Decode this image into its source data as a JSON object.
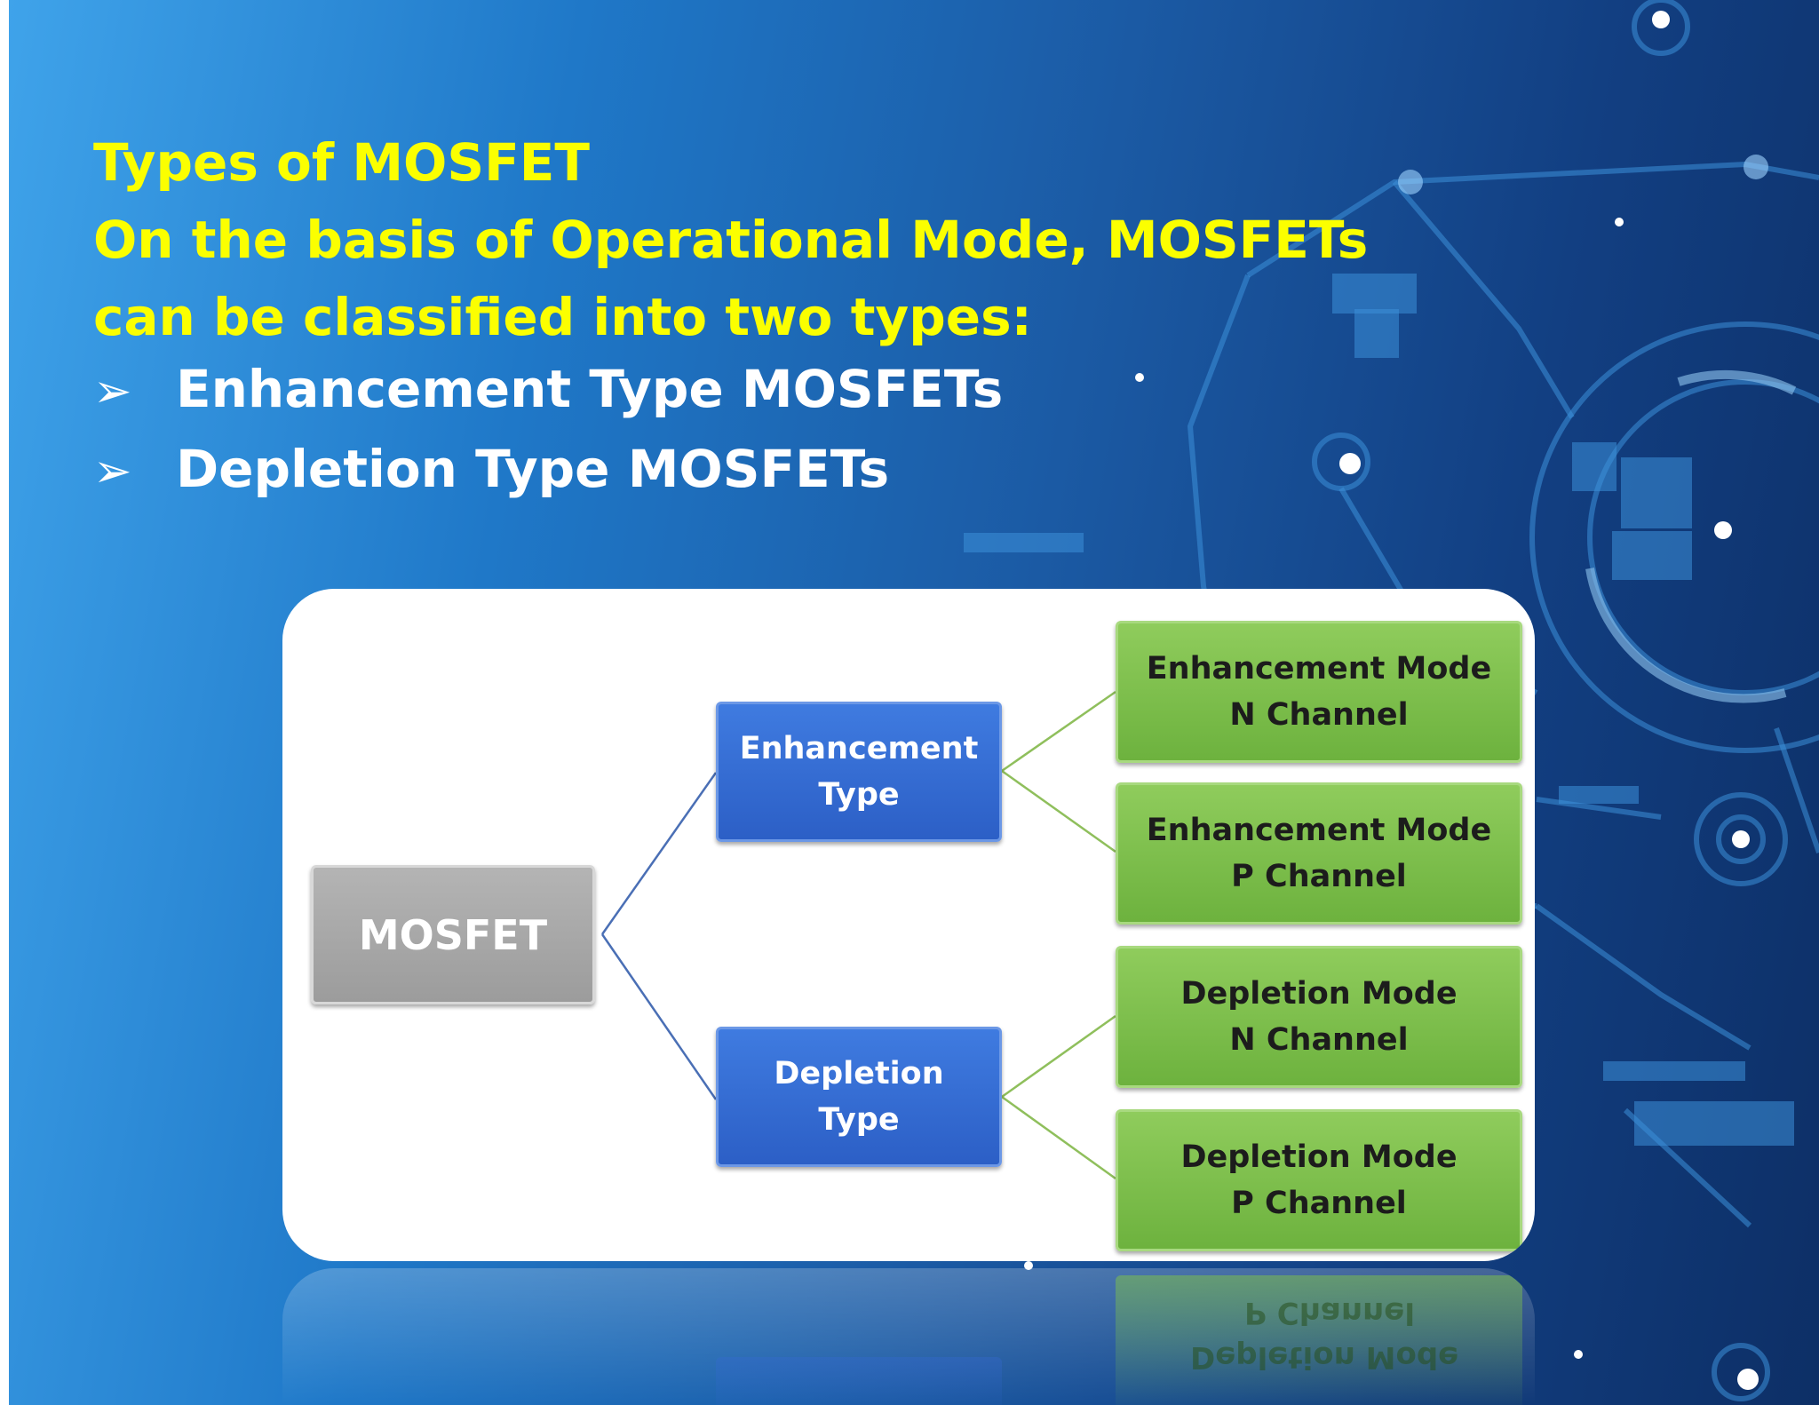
{
  "slide": {
    "title": "Types of MOSFET",
    "subtitle_line1": "On the basis of Operational Mode, MOSFETs",
    "subtitle_line2": "can be classified into two types:",
    "bullets": [
      "Enhancement Type MOSFETs",
      "Depletion Type MOSFETs"
    ],
    "bullet_glyph": "➢"
  },
  "diagram": {
    "root": "MOSFET",
    "branches": [
      {
        "line1": "Enhancement",
        "line2": "Type",
        "leaves": [
          {
            "line1": "Enhancement Mode",
            "line2": "N Channel"
          },
          {
            "line1": "Enhancement Mode",
            "line2": "P Channel"
          }
        ]
      },
      {
        "line1": "Depletion",
        "line2": "Type",
        "leaves": [
          {
            "line1": "Depletion Mode",
            "line2": "N Channel"
          },
          {
            "line1": "Depletion Mode",
            "line2": "P Channel"
          }
        ]
      }
    ],
    "reflection_line1": "P Channel",
    "reflection_line2": "Depletion Mode"
  },
  "colors": {
    "heading": "#fbff00",
    "bullet_text": "#ffffff",
    "root_node": "#a8a8a8",
    "branch_node": "#3568d4",
    "leaf_node": "#7dbf4c",
    "branch_connector": "#4a6fb5",
    "leaf_connector": "#8fbf5c"
  }
}
